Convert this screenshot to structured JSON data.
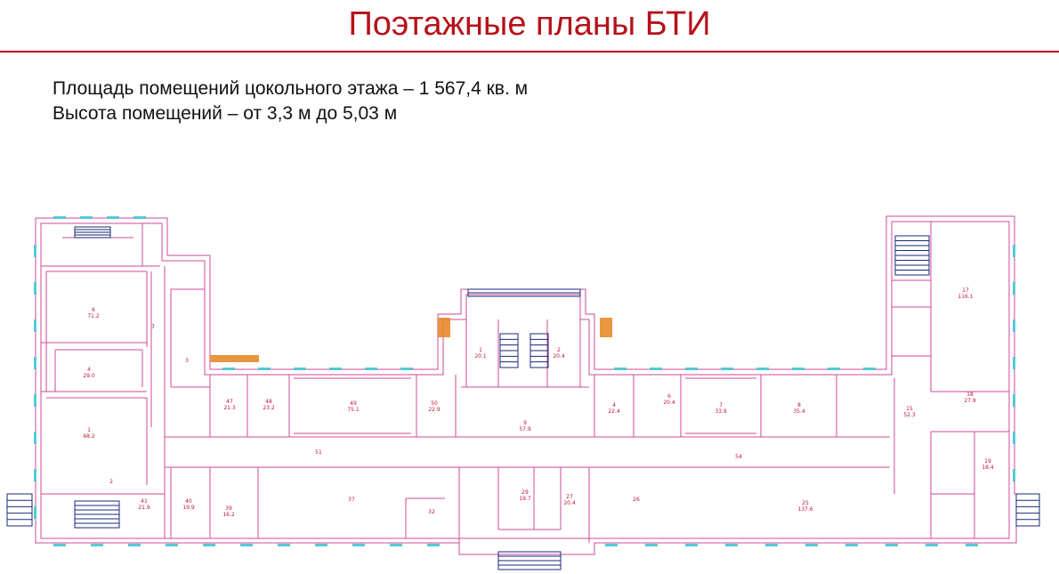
{
  "header": {
    "title": "Поэтажные планы БТИ"
  },
  "info": {
    "area_line": "Площадь помещений цокольного этажа – 1 567,4 кв. м",
    "height_line": "Высота помещений – от 3,3 м до 5,03 м"
  },
  "colors": {
    "title": "#b5121b",
    "wall": "#d04a9a",
    "dim_text": "#444444",
    "room_text": "#c0143c",
    "window": "#55c9d6",
    "stairs": "#1a2a78",
    "hatch": "#e88a2a"
  },
  "rooms": [
    {
      "num": "1",
      "area": "68.2"
    },
    {
      "num": "2",
      "area": ""
    },
    {
      "num": "3",
      "area": ""
    },
    {
      "num": "4",
      "area": "29.0"
    },
    {
      "num": "6",
      "area": "71.2"
    },
    {
      "num": "7",
      "area": ""
    },
    {
      "num": "9",
      "area": "57.9"
    },
    {
      "num": "1",
      "area": "20.1"
    },
    {
      "num": "2",
      "area": "20.4"
    },
    {
      "num": "4",
      "area": "22.4"
    },
    {
      "num": "6",
      "area": "20.4"
    },
    {
      "num": "7",
      "area": "33.9"
    },
    {
      "num": "8",
      "area": "35.4"
    },
    {
      "num": "15",
      "area": "52.3"
    },
    {
      "num": "17",
      "area": "116.1"
    },
    {
      "num": "18",
      "area": "27.9"
    },
    {
      "num": "19",
      "area": "18.4"
    },
    {
      "num": "25",
      "area": "137.6"
    },
    {
      "num": "26",
      "area": ""
    },
    {
      "num": "27",
      "area": "20.4"
    },
    {
      "num": "29",
      "area": "19.7"
    },
    {
      "num": "32",
      "area": ""
    },
    {
      "num": "37",
      "area": ""
    },
    {
      "num": "39",
      "area": "16.2"
    },
    {
      "num": "40",
      "area": "19.9"
    },
    {
      "num": "41",
      "area": "21.9"
    },
    {
      "num": "47",
      "area": "21.3"
    },
    {
      "num": "48",
      "area": "23.2"
    },
    {
      "num": "49",
      "area": "75.1"
    },
    {
      "num": "50",
      "area": "22.9"
    },
    {
      "num": "51",
      "area": ""
    },
    {
      "num": "54",
      "area": ""
    }
  ]
}
